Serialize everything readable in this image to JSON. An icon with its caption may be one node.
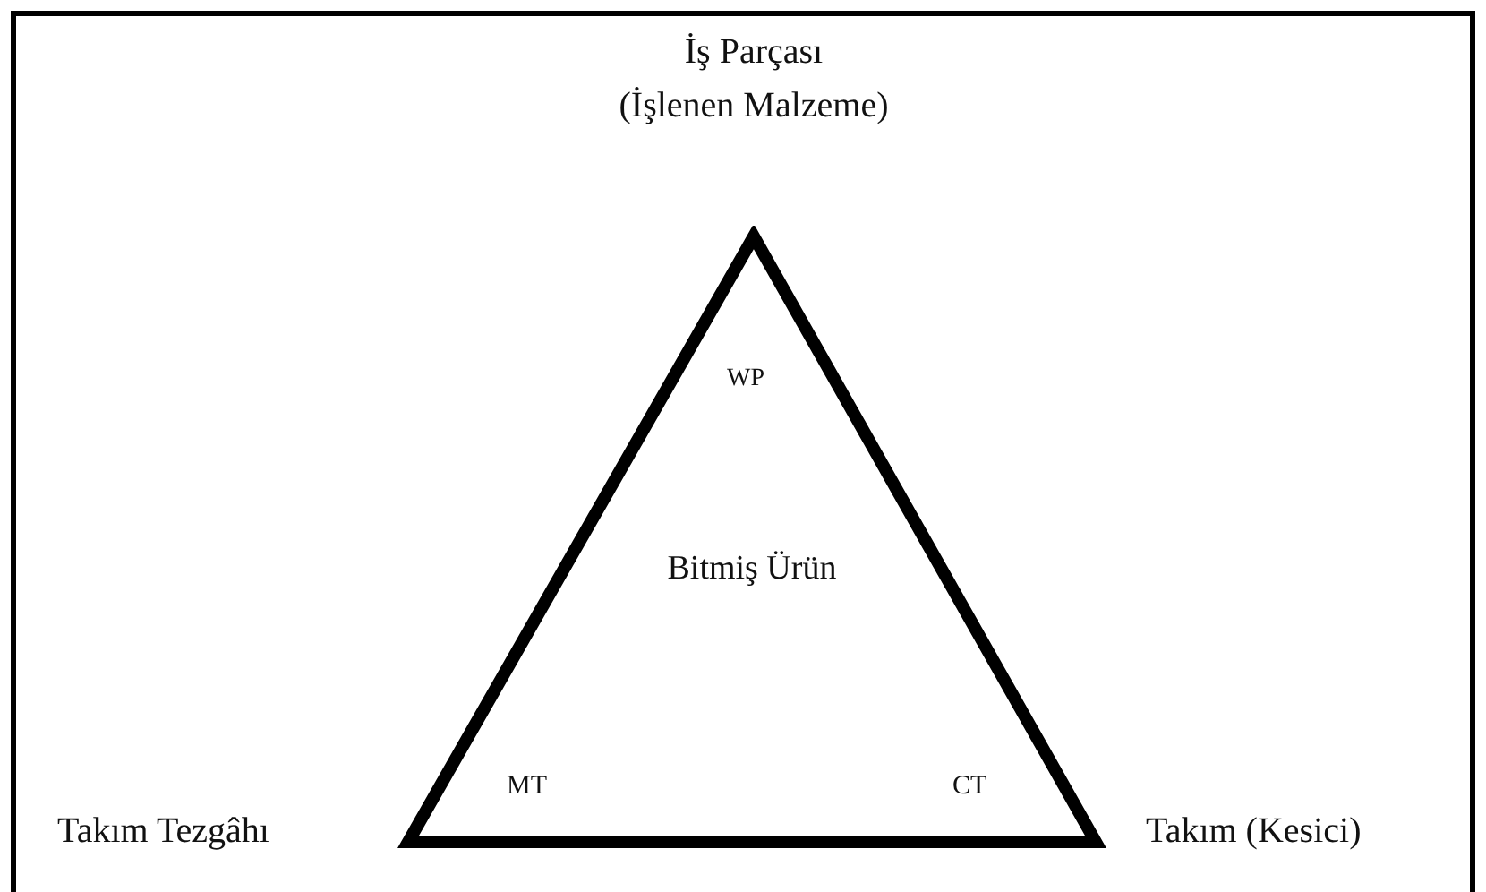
{
  "diagram": {
    "nodes": [
      {
        "text": [
          "Bitmiş Ürün"
        ]
      }
    ],
    "labels": [
      "İş Parçası (İşlenen Malzeme)",
      "WP",
      "MT",
      "CT",
      "Takım Tezgâhı",
      "Takım (Kesici)"
    ]
  }
}
